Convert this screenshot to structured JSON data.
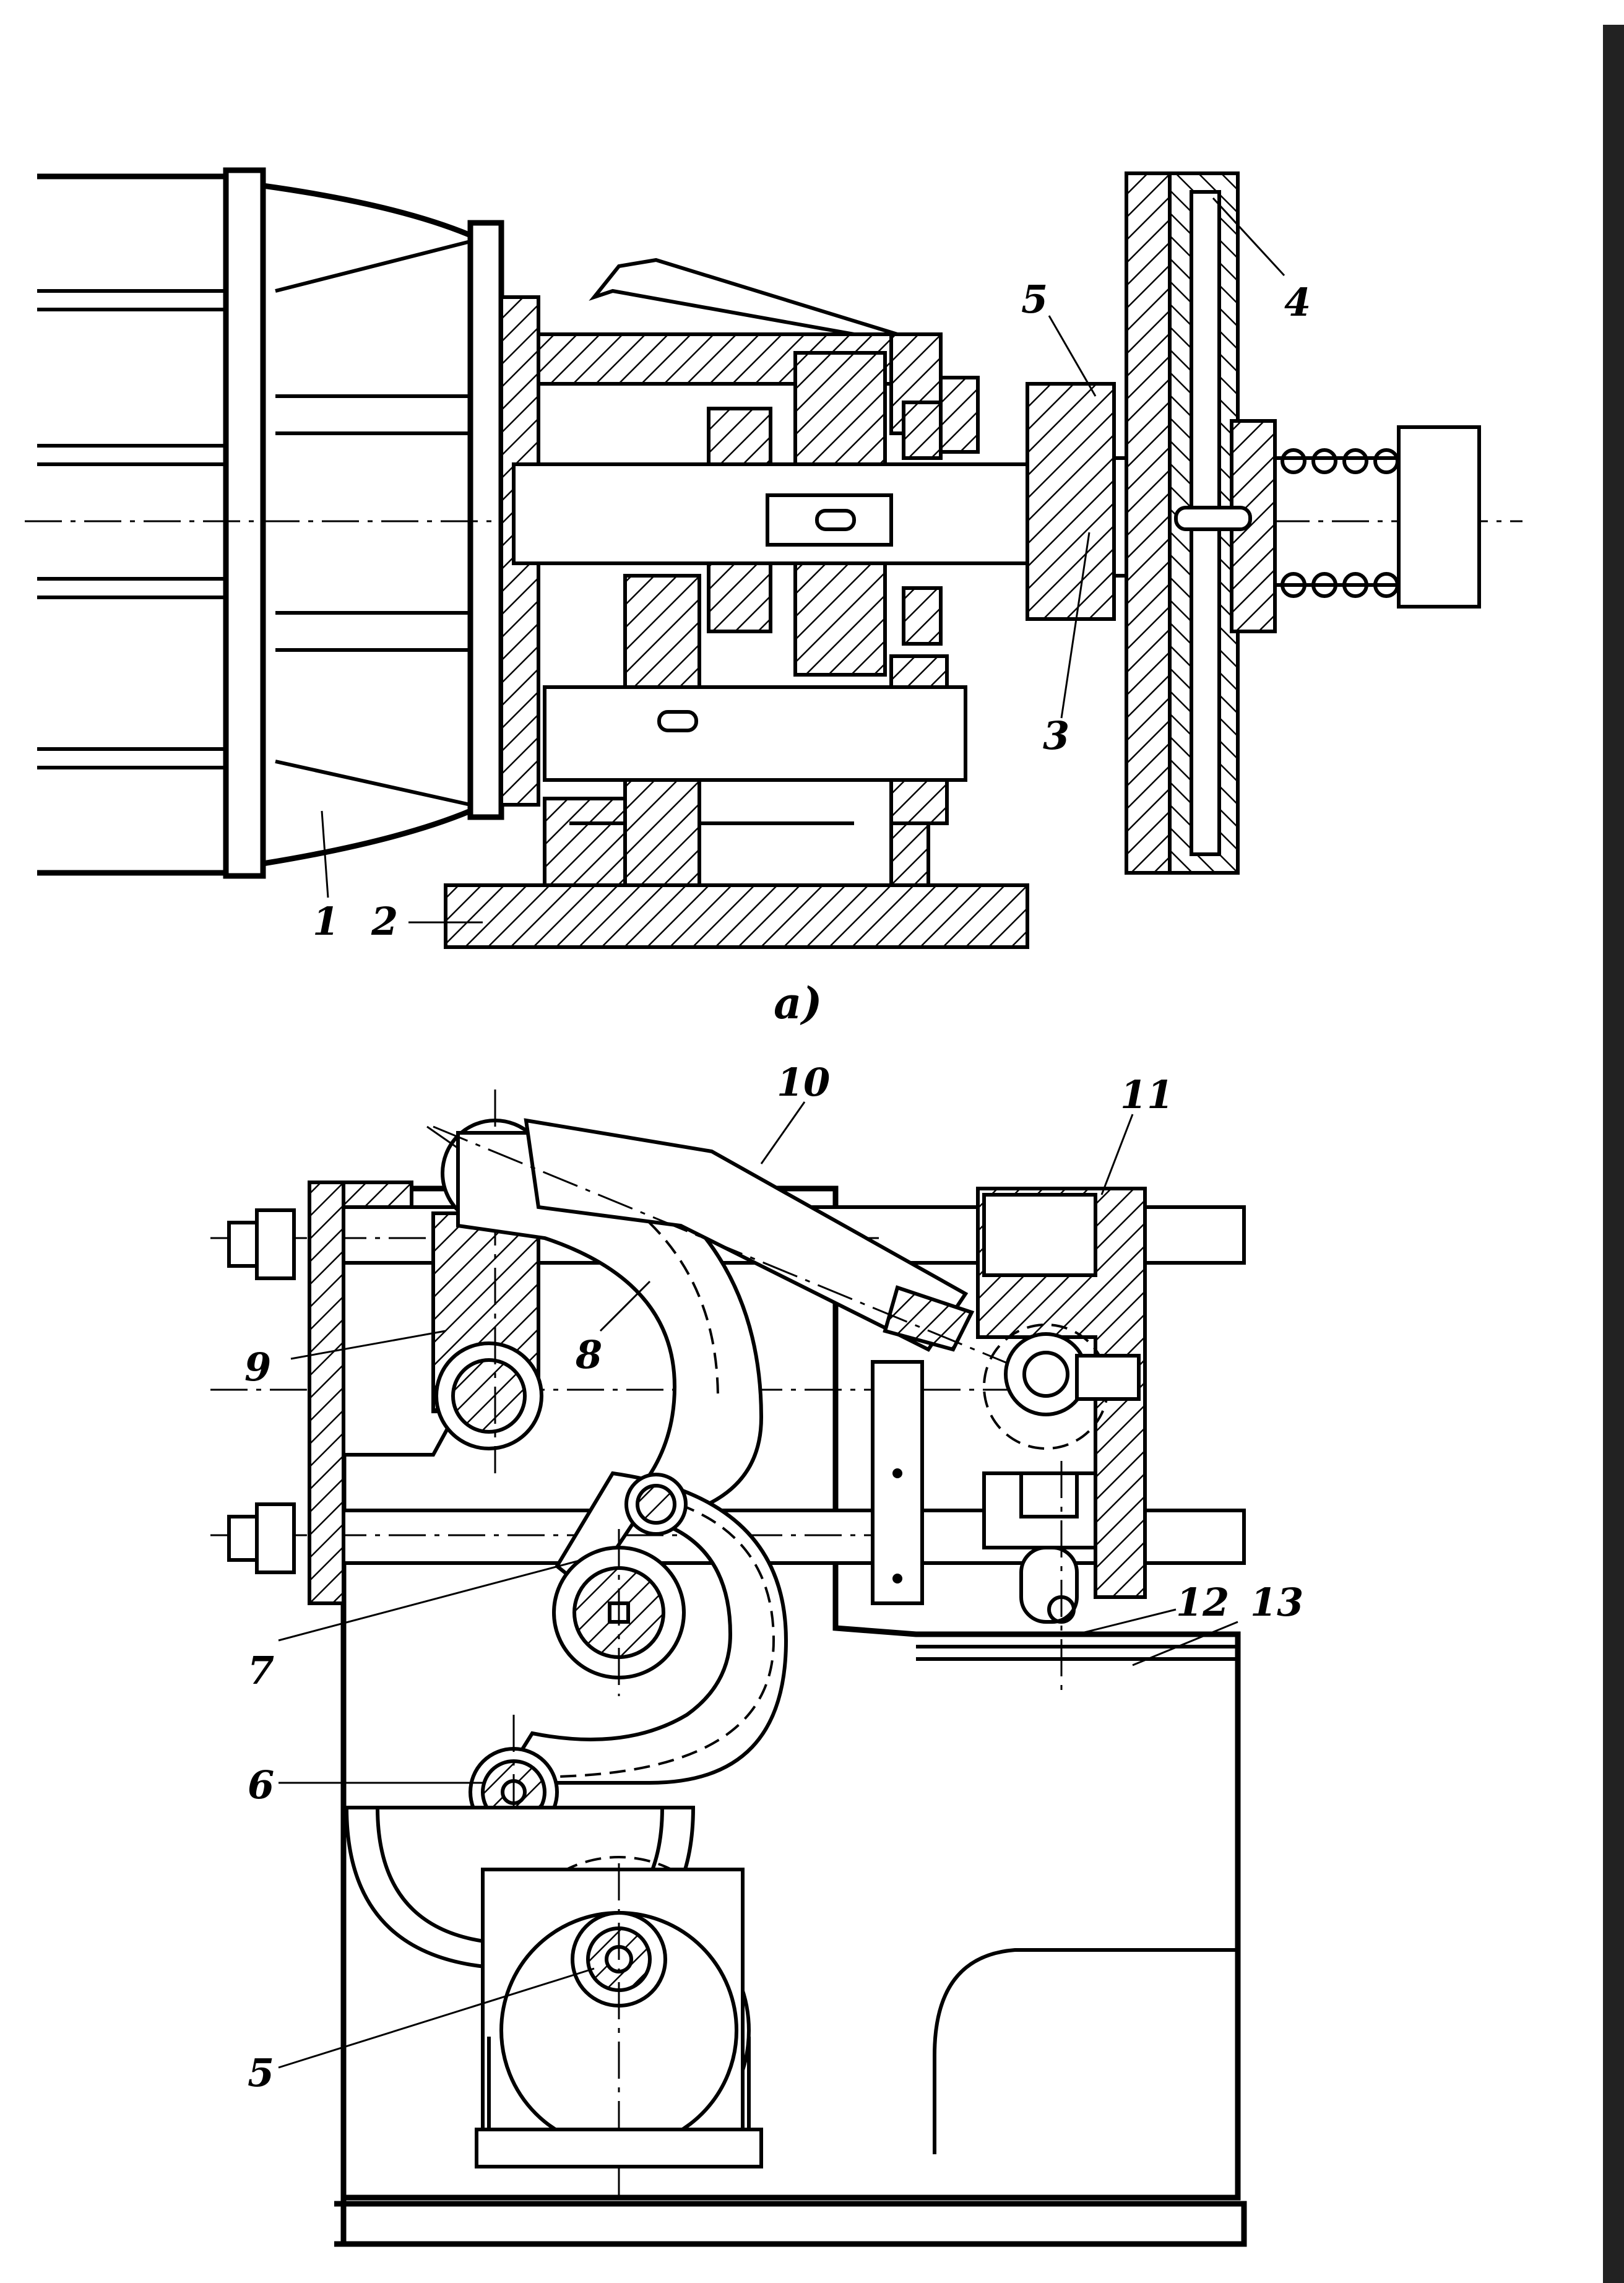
{
  "figure_a": {
    "caption": "a)",
    "labels": [
      "1",
      "2",
      "3",
      "4",
      "5"
    ]
  },
  "figure_b": {
    "labels": [
      "5",
      "6",
      "7",
      "8",
      "9",
      "10",
      "11",
      "12",
      "13"
    ]
  }
}
